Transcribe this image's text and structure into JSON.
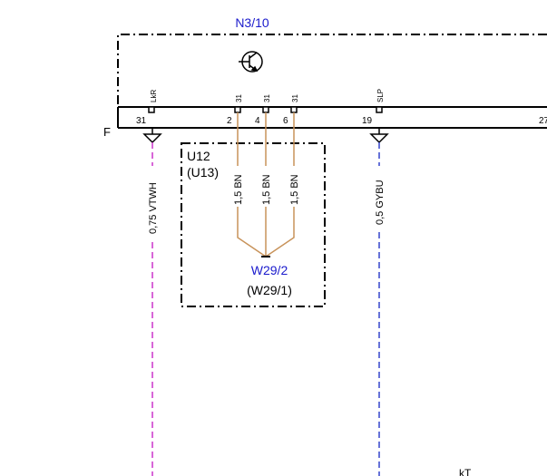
{
  "module": {
    "name": "N3/10",
    "row_letter": "F",
    "icon": "transistor-icon",
    "pins": [
      {
        "number": "31",
        "label": "LkR"
      },
      {
        "number": "2",
        "label": "31"
      },
      {
        "number": "4",
        "label": "31"
      },
      {
        "number": "6",
        "label": "31"
      },
      {
        "number": "19",
        "label": "SLP"
      },
      {
        "number": "27",
        "label": ""
      }
    ]
  },
  "splice_box": {
    "name": "U12",
    "alt_name": "(U13)",
    "wires": [
      "1,5 BN",
      "1,5 BN",
      "1,5 BN"
    ]
  },
  "ground_point": {
    "name": "W29/2",
    "alt_name": "(W29/1)"
  },
  "wires": [
    {
      "label": "0,75 VTWH",
      "color": "#cc33cc"
    },
    {
      "label": "0,5 GYBU",
      "color": "#3344cc"
    }
  ],
  "brown_wire_color": "#c8935a",
  "footer_text": "kT"
}
